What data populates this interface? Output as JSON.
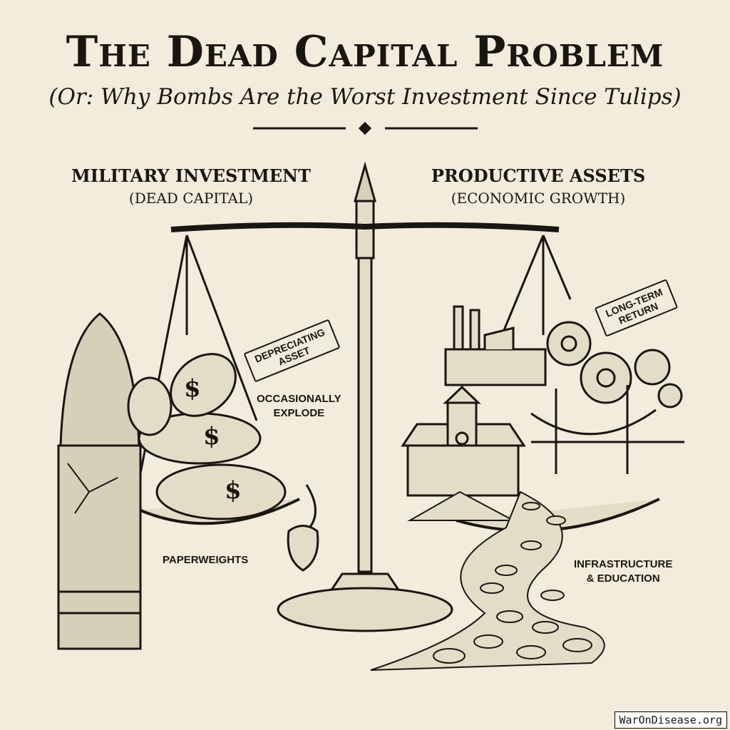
{
  "title": "The Dead Capital Problem",
  "subtitle": "(Or: Why Bombs Are the Worst Investment Since Tulips)",
  "left": {
    "heading": "MILITARY INVESTMENT",
    "subheading": "(DEAD CAPITAL)",
    "tag": [
      "DEPRECIATING",
      "ASSET"
    ],
    "labels": {
      "explode": [
        "OCCASIONALLY",
        "EXPLODE"
      ],
      "paperweights": "PAPERWEIGHTS"
    }
  },
  "right": {
    "heading": "PRODUCTIVE ASSETS",
    "subheading": "(ECONOMIC GROWTH)",
    "tag": [
      "LONG-TERM",
      "RETURN"
    ],
    "labels": {
      "infra": [
        "INFRASTRUCTURE",
        "& EDUCATION"
      ]
    }
  },
  "bomb_symbol": "$",
  "watermark": "WarOnDisease.org"
}
